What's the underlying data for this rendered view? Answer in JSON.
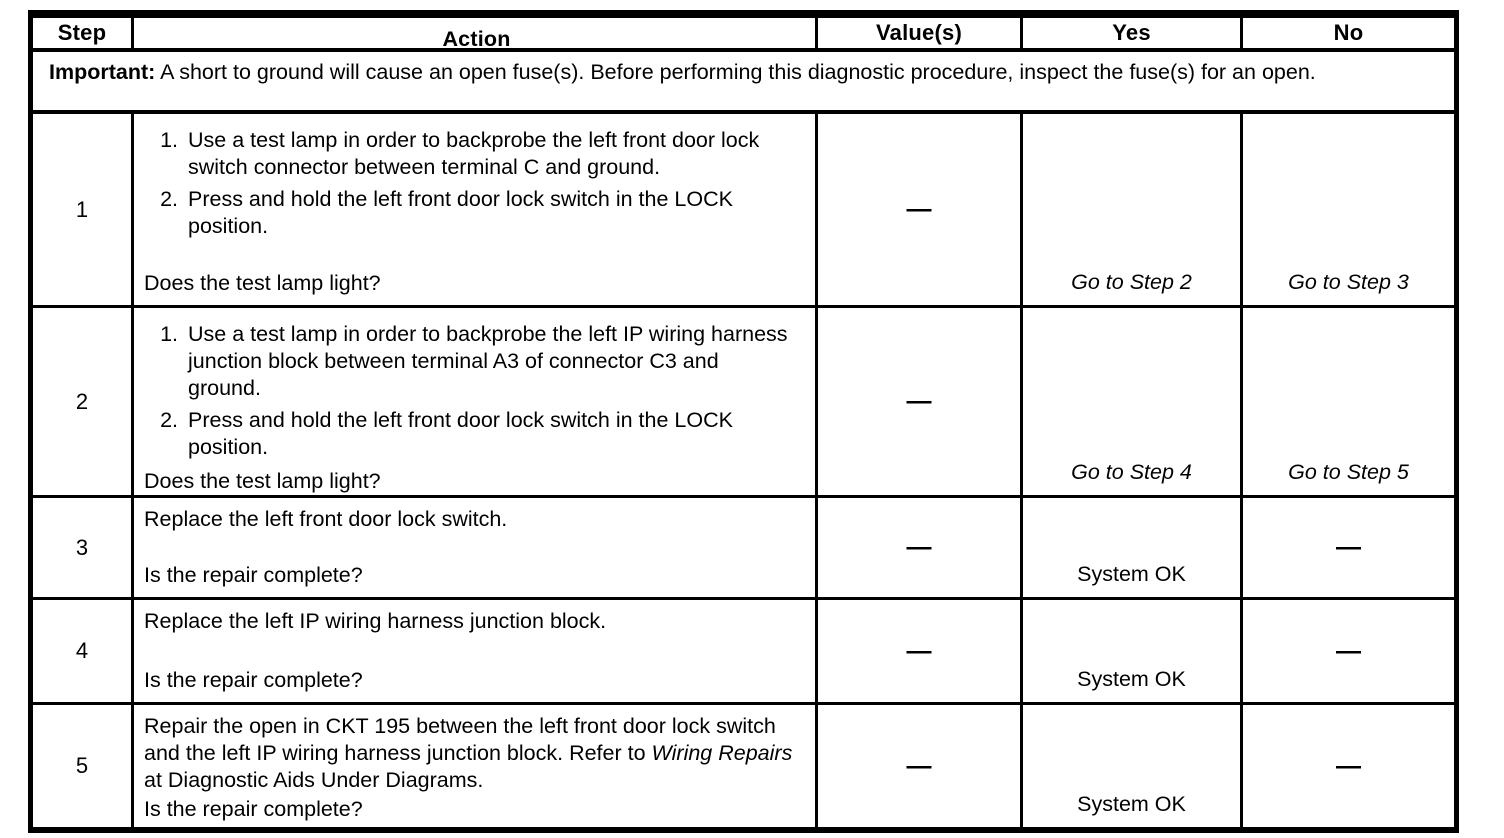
{
  "colors": {
    "background": "#ffffff",
    "text": "#000000",
    "border": "#000000"
  },
  "table": {
    "columns": [
      "Step",
      "Action",
      "Value(s)",
      "Yes",
      "No"
    ],
    "important": {
      "label": "Important:",
      "text": " A short to ground will cause an open fuse(s). Before performing this diagnostic procedure, inspect the fuse(s) for an open."
    },
    "rows": [
      {
        "step": "1",
        "actions": [
          {
            "num": "1.",
            "text": "Use a test lamp in order to backprobe the left front door lock switch connector between terminal C and ground."
          },
          {
            "num": "2.",
            "text": "Press and hold the left front door lock switch in the LOCK position."
          }
        ],
        "question": "Does the test lamp light?",
        "value": "—",
        "yes": "Go to Step 2",
        "no": "Go to Step 3"
      },
      {
        "step": "2",
        "actions": [
          {
            "num": "1.",
            "text": "Use a test lamp in order to backprobe the left IP wiring harness junction block between terminal A3 of connector C3 and ground."
          },
          {
            "num": "2.",
            "text": "Press and hold the left front door lock switch in the LOCK position."
          }
        ],
        "question": "Does the test lamp light?",
        "value": "—",
        "yes": "Go to Step 4",
        "no": "Go to Step 5"
      },
      {
        "step": "3",
        "action_text": "Replace the left front door lock switch.",
        "question": "Is the repair complete?",
        "value": "—",
        "yes": "System OK",
        "no": "—"
      },
      {
        "step": "4",
        "action_text": "Replace the left IP wiring harness junction block.",
        "question": "Is the repair complete?",
        "value": "—",
        "yes": "System OK",
        "no": "—"
      },
      {
        "step": "5",
        "action_parts": {
          "pre": "Repair the open in CKT 195 between the left front door lock switch and the left IP wiring harness junction block. Refer to ",
          "italic": "Wiring Repairs",
          "post": " at Diagnostic Aids Under Diagrams."
        },
        "question": "Is the repair complete?",
        "value": "—",
        "yes": "System OK",
        "no": "—"
      }
    ]
  }
}
